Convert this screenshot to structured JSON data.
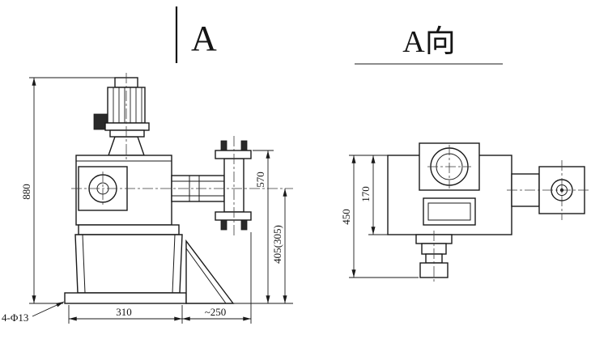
{
  "drawing": {
    "section_label": "A",
    "view_a_title": "A向",
    "front_view": {
      "dim_total_height": "880",
      "dim_head_top_height": "570",
      "dim_centerline_height": "405(305)",
      "dim_base_length": "310",
      "dim_head_overhang": "~250",
      "dim_mounting_holes": "4-Φ13"
    },
    "view_a": {
      "dim_overall_height": "450",
      "dim_body_height": "170"
    },
    "colors": {
      "line": "#1a1a1a",
      "background": "#ffffff"
    }
  }
}
